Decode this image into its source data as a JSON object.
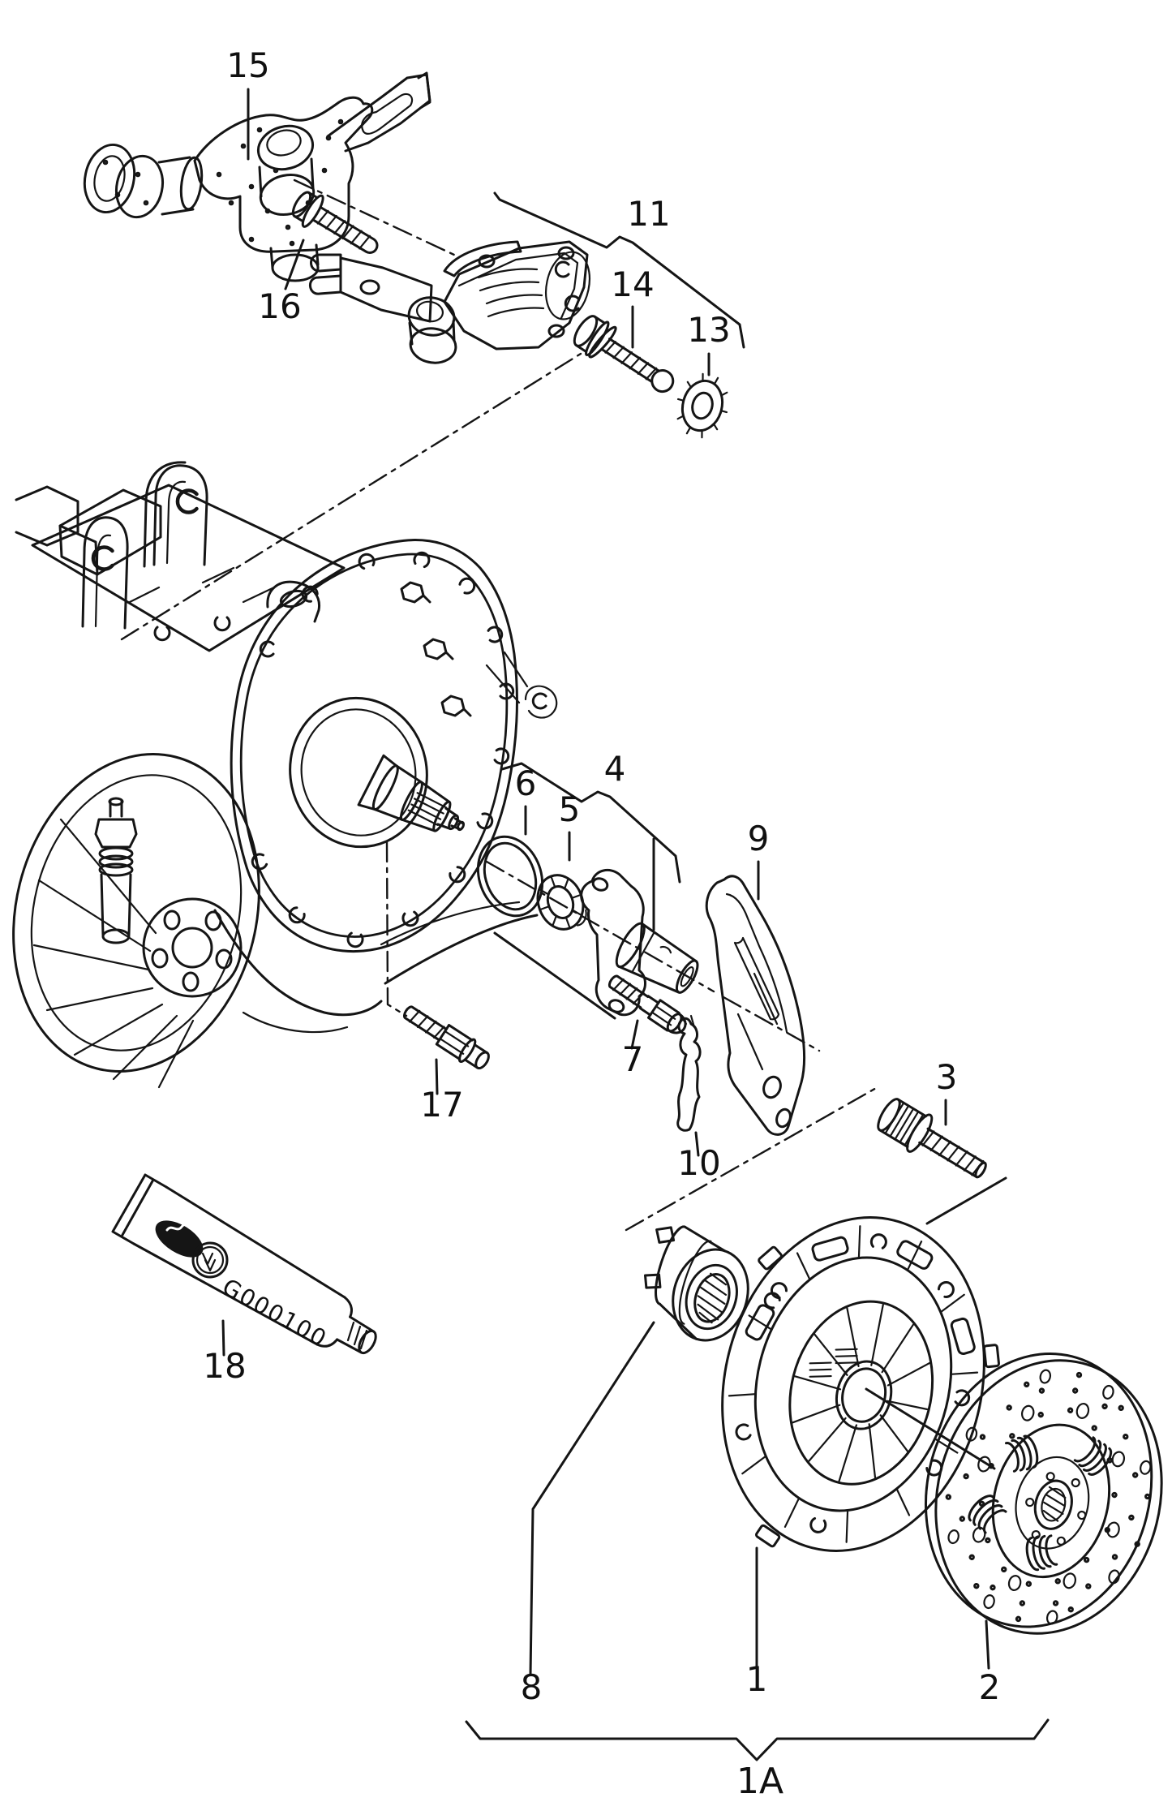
{
  "figure": {
    "type": "exploded-parts-diagram",
    "subject": "clutch, release mechanism and gearbox",
    "background": "#ffffff",
    "ink": "#151515",
    "callouts": [
      {
        "id": "15",
        "label": "15"
      },
      {
        "id": "16",
        "label": "16"
      },
      {
        "id": "11",
        "label": "11"
      },
      {
        "id": "14",
        "label": "14"
      },
      {
        "id": "13",
        "label": "13"
      },
      {
        "id": "6",
        "label": "6"
      },
      {
        "id": "5",
        "label": "5"
      },
      {
        "id": "4",
        "label": "4"
      },
      {
        "id": "9",
        "label": "9"
      },
      {
        "id": "7",
        "label": "7"
      },
      {
        "id": "10",
        "label": "10"
      },
      {
        "id": "17",
        "label": "17"
      },
      {
        "id": "3",
        "label": "3"
      },
      {
        "id": "18",
        "label": "18"
      },
      {
        "id": "8",
        "label": "8"
      },
      {
        "id": "1",
        "label": "1"
      },
      {
        "id": "2",
        "label": "2"
      }
    ],
    "group_label": "1A",
    "tube_code": "G000100"
  }
}
